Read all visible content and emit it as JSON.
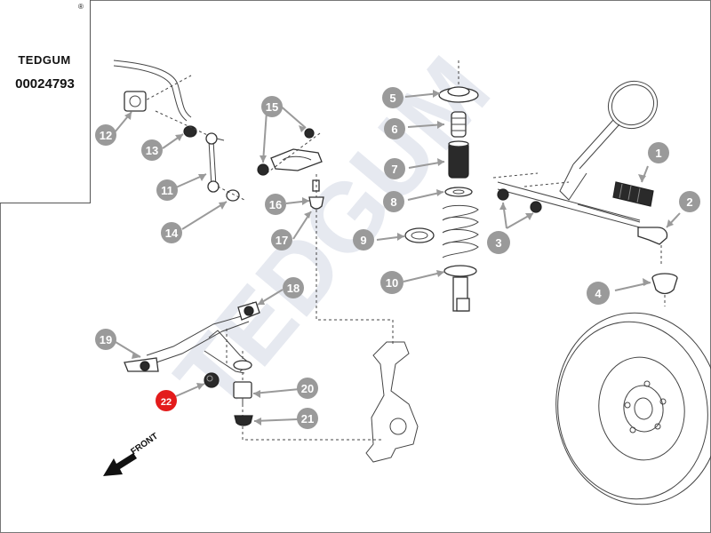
{
  "brand": {
    "name": "TEDGUM",
    "registered_mark": "®",
    "watermark": "TEDGUM"
  },
  "part_number": "00024793",
  "highlighted_part": "22",
  "direction_label": "FRONT",
  "callouts": [
    "1",
    "2",
    "3",
    "4",
    "5",
    "6",
    "7",
    "8",
    "9",
    "10",
    "11",
    "12",
    "13",
    "14",
    "15",
    "16",
    "17",
    "18",
    "19",
    "20",
    "21",
    "22"
  ],
  "colors": {
    "callout_gray": "#9a9a9a",
    "highlight_red": "#e31b1b",
    "line_dark": "#333333"
  }
}
